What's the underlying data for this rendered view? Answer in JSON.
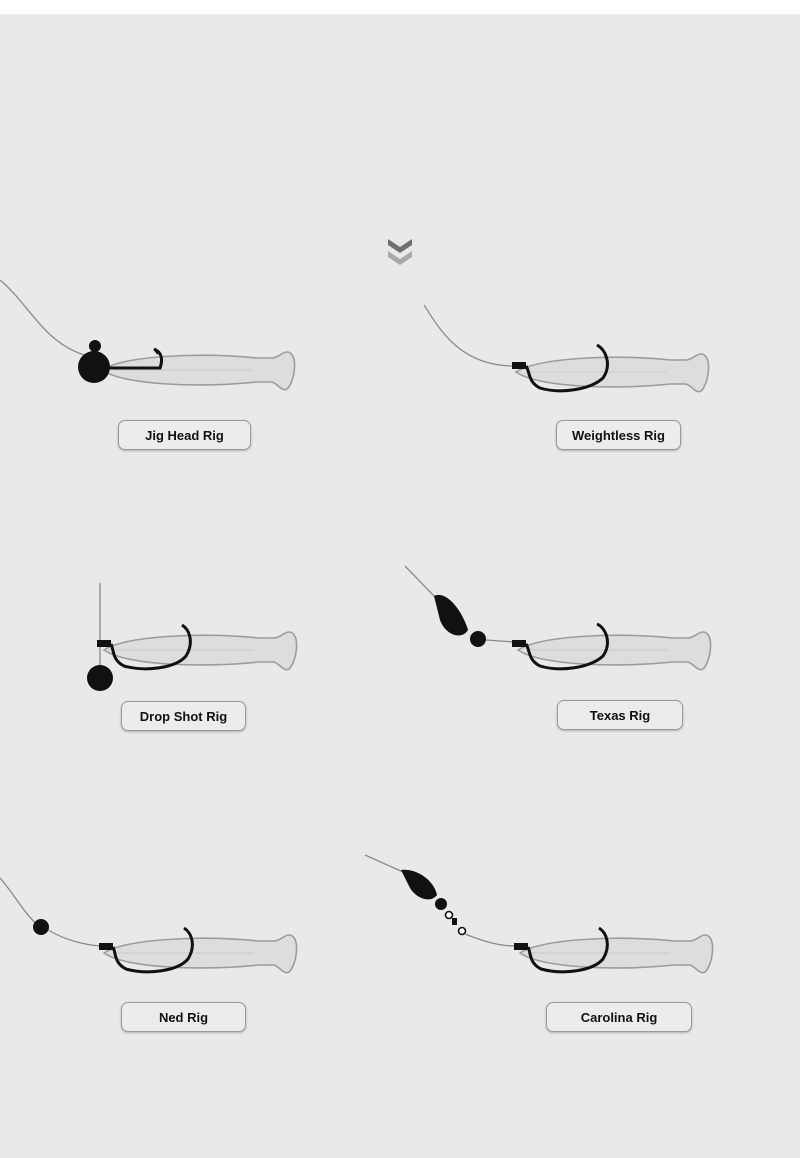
{
  "scroll_hint": {
    "icon": "double-chevron-down-icon"
  },
  "rigs": [
    {
      "name": "Jig Head Rig"
    },
    {
      "name": "Weightless Rig"
    },
    {
      "name": "Drop Shot Rig"
    },
    {
      "name": "Texas Rig"
    },
    {
      "name": "Ned Rig"
    },
    {
      "name": "Carolina Rig"
    }
  ],
  "colors": {
    "background": "#e8e9e8",
    "lure_body": "#dcdddc",
    "lure_outline": "#9c9c9c",
    "hook": "#111111",
    "line": "#8a8a8a"
  }
}
